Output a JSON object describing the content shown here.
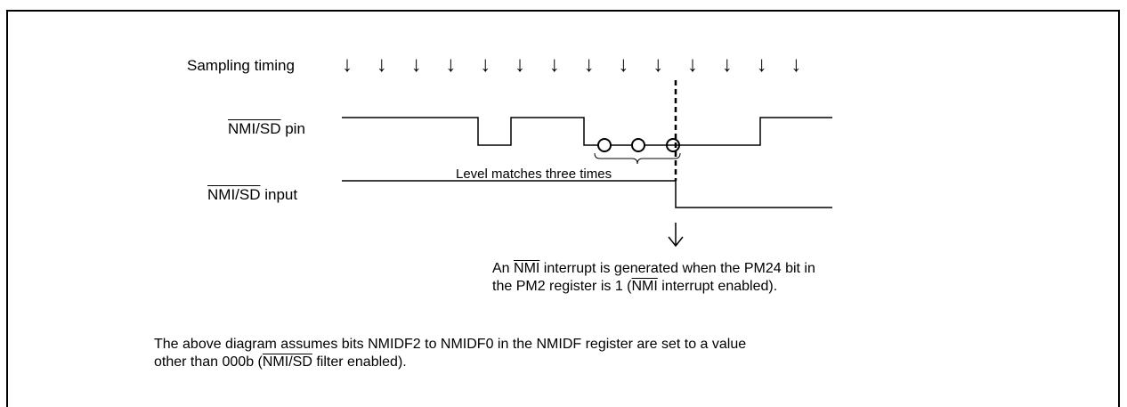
{
  "signals": {
    "sampling": {
      "label": "Sampling timing",
      "arrow_glyph": "↓",
      "arrow_count": 14
    },
    "pin": {
      "label_overline": "NMI/SD",
      "label_suffix": " pin"
    },
    "input": {
      "label_overline": "NMI/SD",
      "label_suffix": " input"
    }
  },
  "annotations": {
    "level_match": "Level matches three times",
    "interrupt": {
      "line1_a": "An ",
      "line1_ol": "NMI",
      "line1_b": " interrupt is generated when the PM24 bit in",
      "line2_a": "the PM2 register is 1 (",
      "line2_ol": "NMI",
      "line2_b": " interrupt enabled)."
    }
  },
  "footnote": {
    "line1": "The above diagram assumes bits NMIDF2 to NMIDF0 in the NMIDF register are set to a value",
    "line2_a": "other than 000b (",
    "line2_ol": "NMI/SD",
    "line2_b": " filter enabled)."
  }
}
